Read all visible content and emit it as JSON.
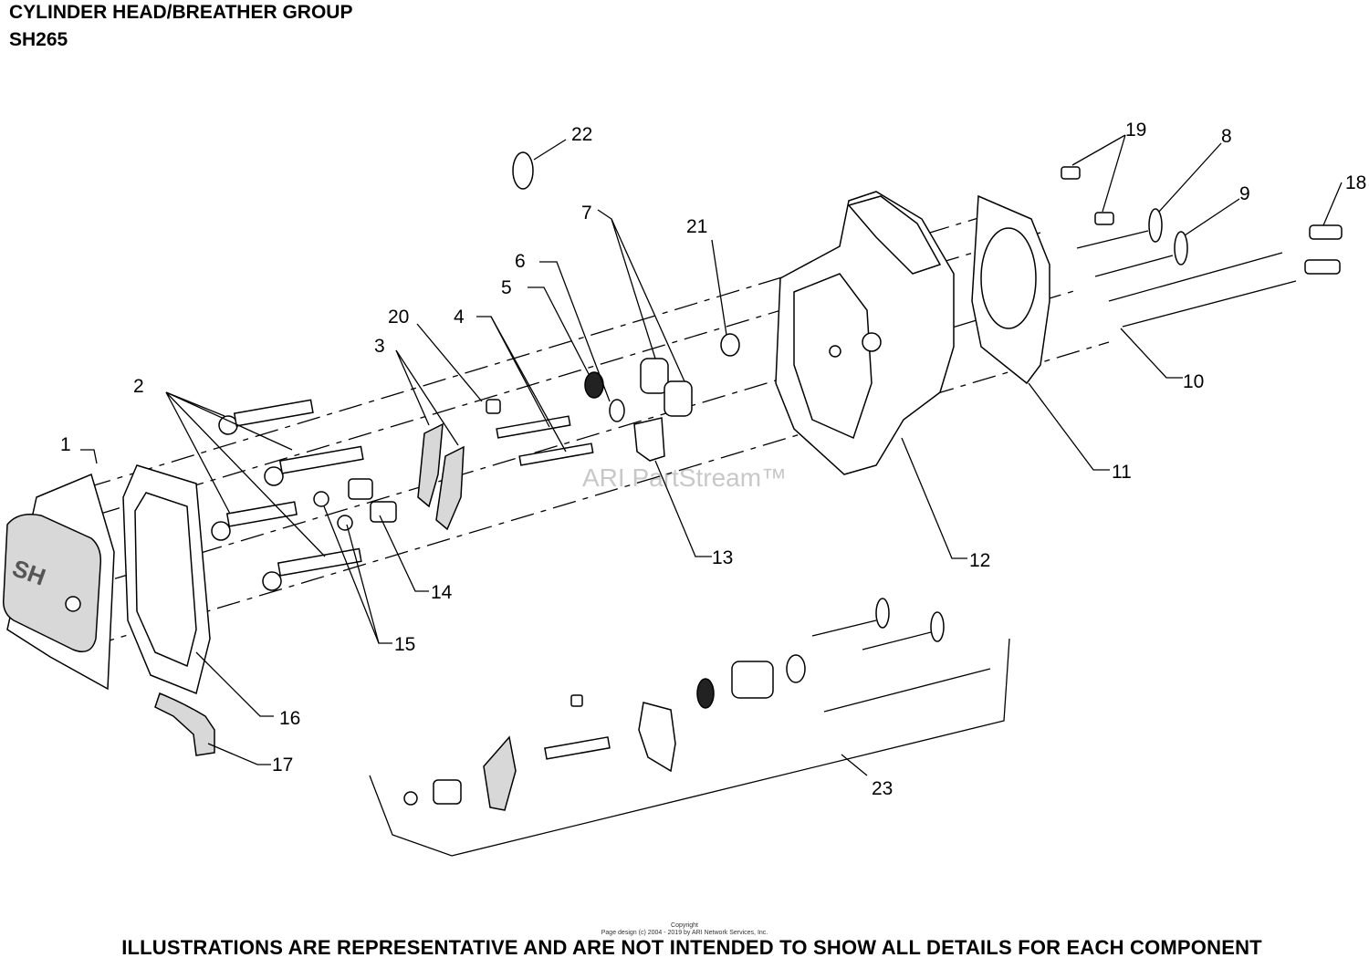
{
  "title": {
    "line1": "CYLINDER HEAD/BREATHER GROUP",
    "line2": "SH265"
  },
  "watermark": "ARI PartStream™",
  "callouts": {
    "c1": "1",
    "c2": "2",
    "c3": "3",
    "c4": "4",
    "c5": "5",
    "c6": "6",
    "c7": "7",
    "c8": "8",
    "c9": "9",
    "c10": "10",
    "c11": "11",
    "c12": "12",
    "c13": "13",
    "c14": "14",
    "c15": "15",
    "c16": "16",
    "c17": "17",
    "c18": "18",
    "c19": "19",
    "c20": "20",
    "c21": "21",
    "c22": "22",
    "c23": "23"
  },
  "copyright": {
    "line1": "Copyright",
    "line2": "Page design (c) 2004 - 2019 by ARI Network Services, Inc."
  },
  "footer": "ILLUSTRATIONS ARE REPRESENTATIVE AND ARE NOT INTENDED TO SHOW ALL DETAILS FOR EACH COMPONENT"
}
